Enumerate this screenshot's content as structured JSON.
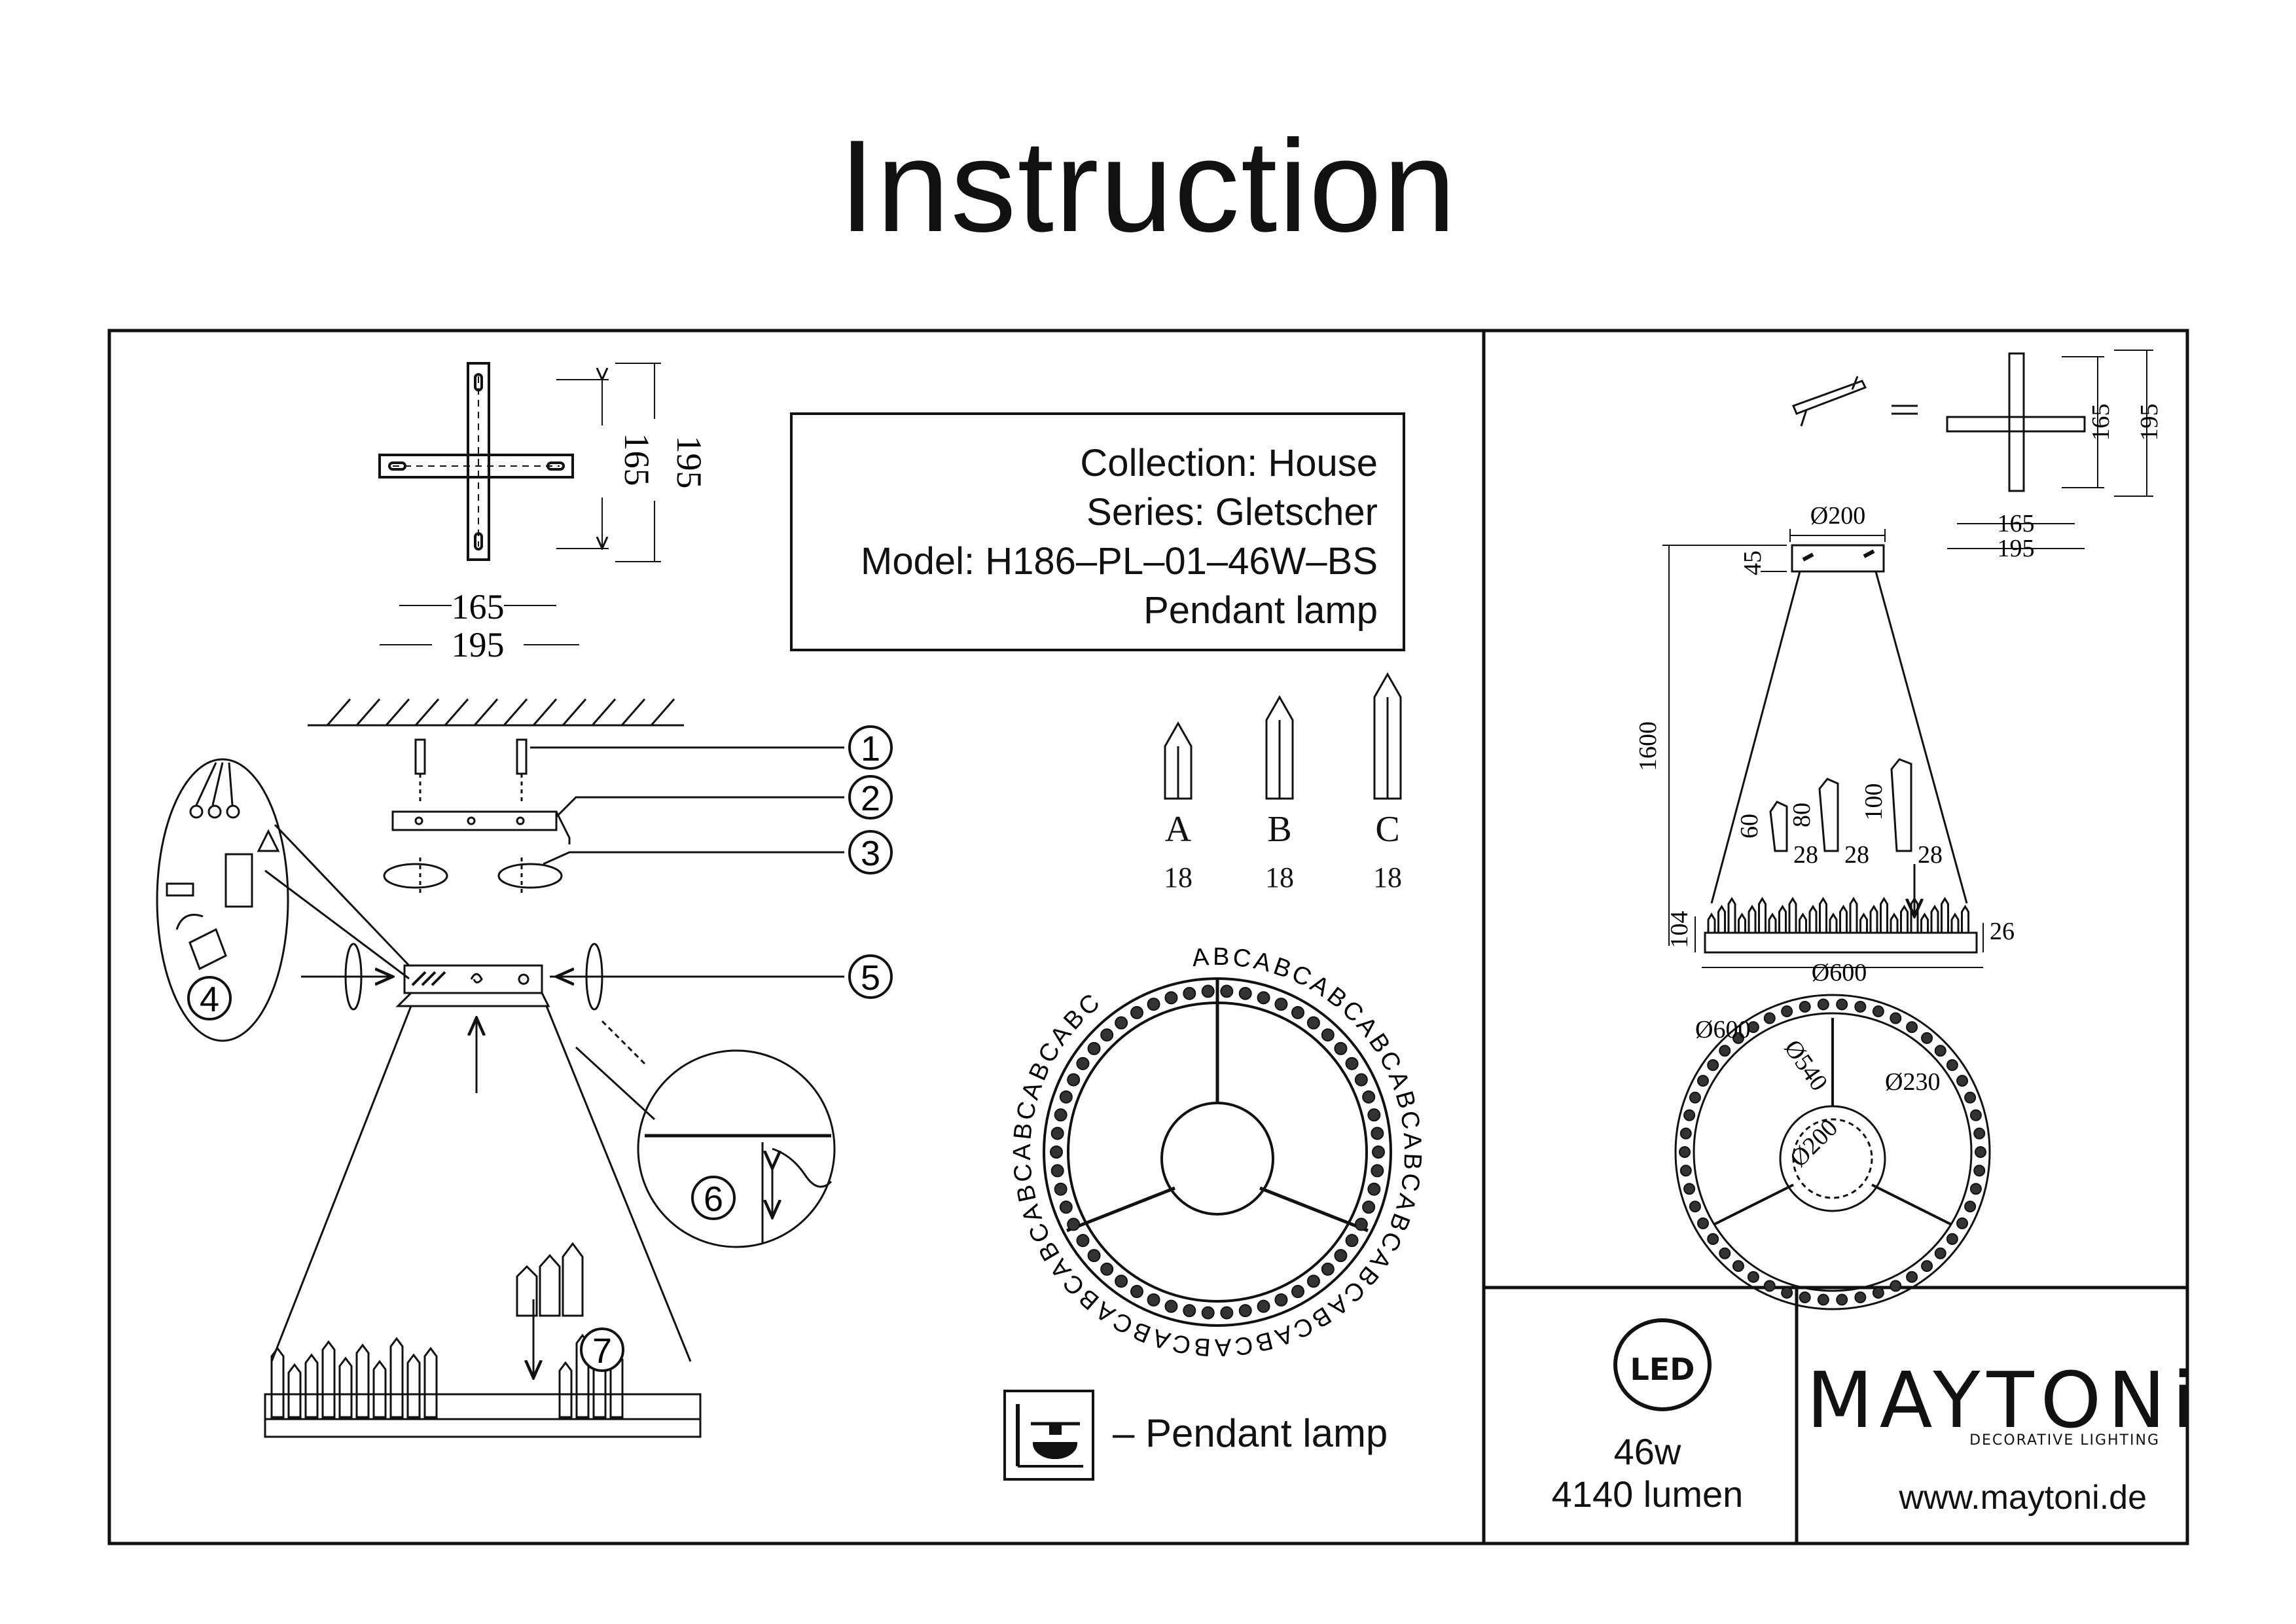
{
  "title": "Instruction",
  "info": {
    "collection": "Collection: House",
    "series": "Series: Gletscher",
    "model": "Model: H186–PL–01–46W–BS",
    "type": "Pendant lamp"
  },
  "mount_plate": {
    "dim_165": "165",
    "dim_195": "195"
  },
  "crystals": [
    {
      "letter": "A",
      "count": "18"
    },
    {
      "letter": "B",
      "count": "18"
    },
    {
      "letter": "C",
      "count": "18"
    }
  ],
  "steps": [
    "1",
    "2",
    "3",
    "4",
    "5",
    "6",
    "7"
  ],
  "ring_pattern": "ABC",
  "legend": {
    "pendant_label": "– Pendant lamp"
  },
  "right_panel": {
    "plate_dim_165": "165",
    "plate_dim_195": "195",
    "canopy_diameter": "Ø200",
    "canopy_height": "45",
    "total_height": "1600",
    "crystal_a_height": "60",
    "crystal_b_height": "80",
    "crystal_c_height": "100",
    "crystal_width": "28",
    "ring_height": "104",
    "ring_thickness": "26",
    "ring_diameter": "Ø600",
    "top_outer": "Ø600",
    "top_inner": "Ø540",
    "top_hub": "Ø230",
    "top_canopy": "Ø200"
  },
  "specs": {
    "led_badge": "LED",
    "power": "46w",
    "lumen": "4140 lumen"
  },
  "brand": {
    "name": "MAYTONi",
    "subtitle": "DECORATIVE LIGHTING",
    "website": "www.maytoni.de"
  }
}
